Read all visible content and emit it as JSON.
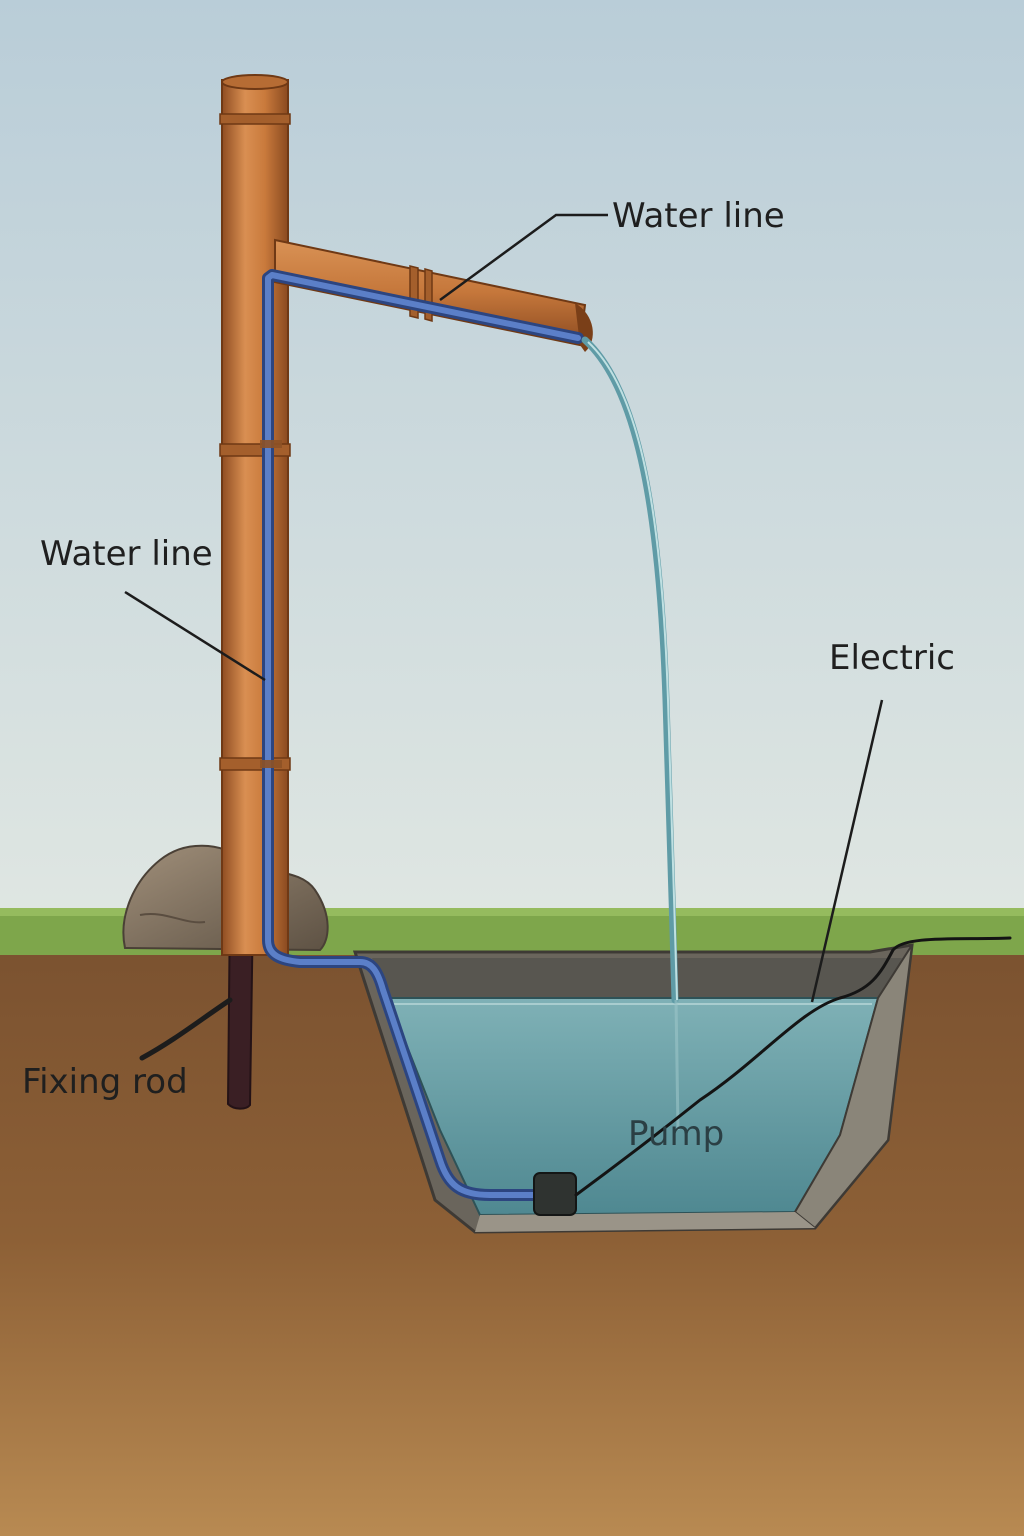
{
  "labels": {
    "water_line_top": "Water line",
    "water_line_left": "Water line",
    "electric": "Electric",
    "fixing_rod": "Fixing rod",
    "pump": "Pump"
  },
  "colors": {
    "sky": "#c9d9e1",
    "grass": "#7fa24a",
    "soil": "#8b5e34",
    "copper": "#c87a3e",
    "water_line": "#4a68b0",
    "basin_water": "#4f8c95",
    "fixing_rod": "#3a1f24"
  }
}
